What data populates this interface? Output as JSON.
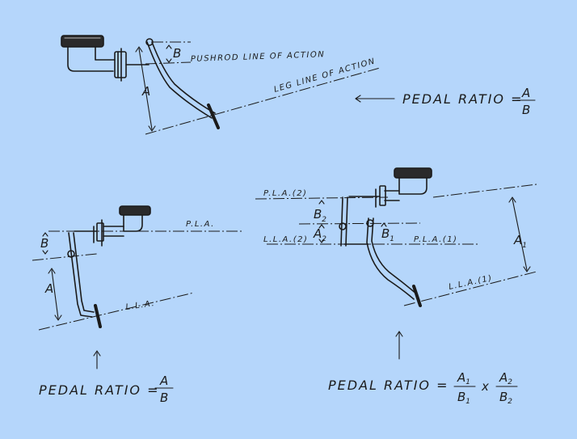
{
  "diagram1": {
    "pushrod_label": "PUSHROD LINE OF ACTION",
    "leg_label": "LEG LINE OF ACTION",
    "dim_a": "A",
    "dim_b": "B",
    "ratio_label": "PEDAL RATIO =",
    "ratio_num": "A",
    "ratio_den": "B"
  },
  "diagram2": {
    "pla_label": "P.L.A.",
    "lla_label": "L.L.A.",
    "dim_a": "A",
    "dim_b": "B",
    "ratio_label": "PEDAL RATIO =",
    "ratio_num": "A",
    "ratio_den": "B"
  },
  "diagram3": {
    "pla2_label": "P.L.A.(2)",
    "lla2_label": "L.L.A.(2)",
    "pla1_label": "P.L.A.(1)",
    "lla1_label": "L.L.A.(1)",
    "dim_a1": "A",
    "dim_a1_sub": "1",
    "dim_a2": "A",
    "dim_a2_sub": "2",
    "dim_b1": "B",
    "dim_b1_sub": "1",
    "dim_b2": "B",
    "dim_b2_sub": "2",
    "ratio_label": "PEDAL RATIO =",
    "frac1_num": "A",
    "frac1_num_sub": "1",
    "frac1_den": "B",
    "frac1_den_sub": "1",
    "times": "x",
    "frac2_num": "A",
    "frac2_num_sub": "2",
    "frac2_den": "B",
    "frac2_den_sub": "2"
  }
}
